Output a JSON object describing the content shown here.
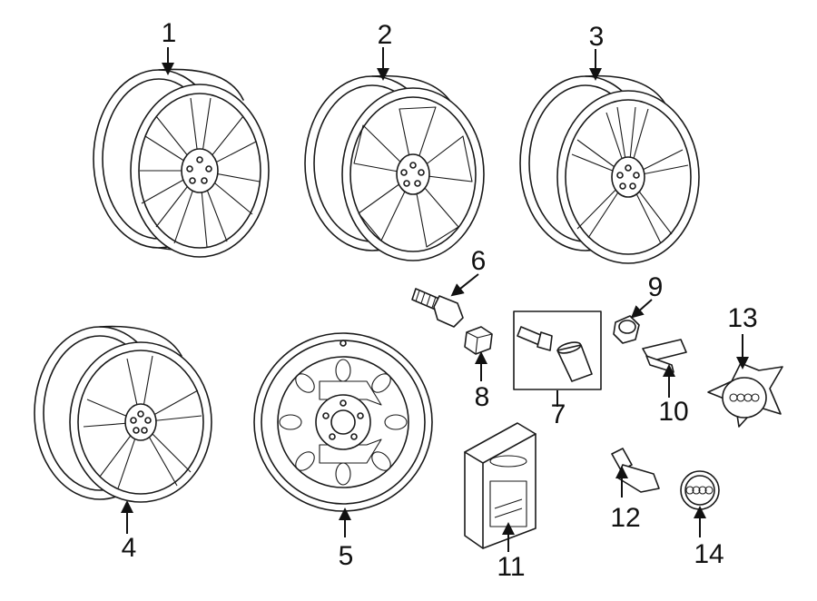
{
  "callouts": [
    {
      "id": "1"
    },
    {
      "id": "2"
    },
    {
      "id": "3"
    },
    {
      "id": "4"
    },
    {
      "id": "5"
    },
    {
      "id": "6"
    },
    {
      "id": "7"
    },
    {
      "id": "8"
    },
    {
      "id": "9"
    },
    {
      "id": "10"
    },
    {
      "id": "11"
    },
    {
      "id": "12"
    },
    {
      "id": "13"
    },
    {
      "id": "14"
    }
  ],
  "parts": {
    "wheel_1": "alloy-wheel-10-double-spoke",
    "wheel_2": "alloy-wheel-5-spoke",
    "wheel_3": "alloy-wheel-5-split-spoke",
    "wheel_4": "alloy-wheel-5-double-spoke",
    "wheel_5": "steel-spare-wheel",
    "part_6": "lug-bolt",
    "part_7": "locking-bolt-kit",
    "part_8": "bolt-cap",
    "part_9": "cap",
    "part_10": "cap-removal-tool",
    "part_11": "bolt-cap-kit-box",
    "part_12": "valve-stem",
    "part_13": "center-cap-star",
    "part_14": "center-cap-round"
  }
}
